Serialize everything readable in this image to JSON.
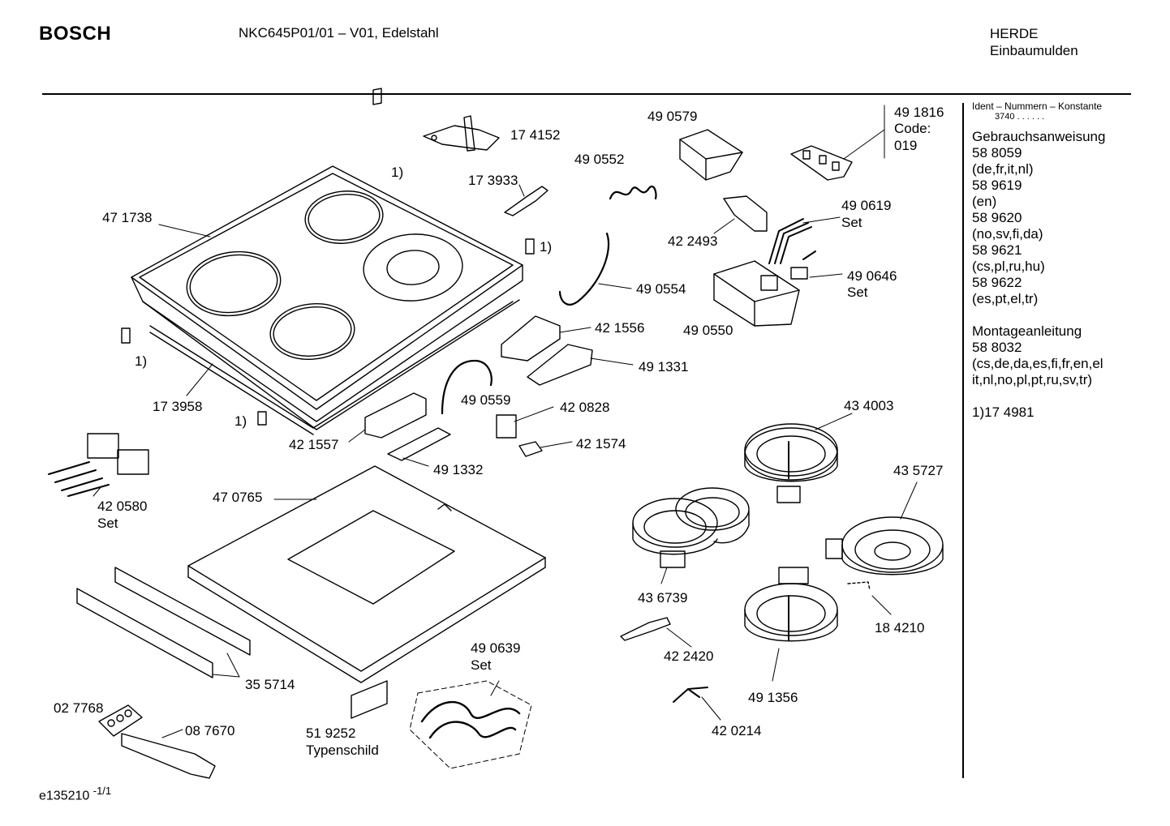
{
  "header": {
    "brand": "BOSCH",
    "model": "NKC645P01/01 – V01, Edelstahl",
    "category_line1": "HERDE",
    "category_line2": "Einbaumulden"
  },
  "sidebar": {
    "ident_header": "Ident – Nummern – Konstante",
    "constant": "3740 . . . . . .",
    "lines": [
      "Gebrauchsanweisung",
      "58 8059",
      "(de,fr,it,nl)",
      "58 9619",
      "(en)",
      "58 9620",
      "(no,sv,fi,da)",
      "58 9621",
      "(cs,pl,ru,hu)",
      "58 9622",
      "(es,pt,el,tr)",
      "",
      "Montageanleitung",
      "58 8032",
      "(cs,de,da,es,fi,fr,en,el",
      "it,nl,no,pl,pt,ru,sv,tr)",
      "",
      "1)17 4981"
    ]
  },
  "parts": {
    "p174152": "17 4152",
    "p490579": "49 0579",
    "p491816_a": "49 1816",
    "p491816_b": "Code:",
    "p491816_c": "019",
    "p490552": "49 0552",
    "p173933": "17 3933",
    "fn1_a": "1)",
    "fn1_b": "1)",
    "fn1_c": "1)",
    "fn1_d": "1)",
    "p471738": "47 1738",
    "p422493": "42 2493",
    "p490619_a": "49 0619",
    "p490619_b": "Set",
    "p490646_a": "49 0646",
    "p490646_b": "Set",
    "p490554": "49 0554",
    "p490550": "49 0550",
    "p421556": "42 1556",
    "p491331": "49 1331",
    "p173958": "17 3958",
    "p490559": "49 0559",
    "p420828": "42 0828",
    "p421557": "42 1557",
    "p421574": "42 1574",
    "p491332": "49 1332",
    "p434003": "43 4003",
    "p435727": "43 5727",
    "p420580_a": "42 0580",
    "p420580_b": "Set",
    "p470765": "47 0765",
    "p436739": "43 6739",
    "p184210": "18 4210",
    "p422420": "42 2420",
    "p490639_a": "49 0639",
    "p490639_b": "Set",
    "p355714": "35 5714",
    "p491356": "49 1356",
    "p027768": "02 7768",
    "p087670": "08 7670",
    "p519252_a": "51 9252",
    "p519252_b": "Typenschild",
    "p420214": "42 0214"
  },
  "footer": {
    "code": "e135210",
    "page": "-1/1"
  }
}
